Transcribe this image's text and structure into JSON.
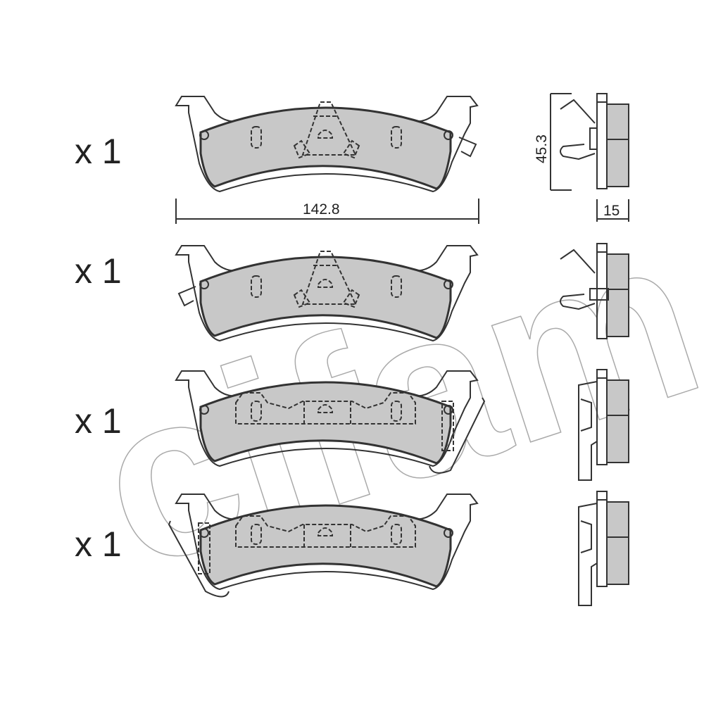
{
  "watermark": "cifam",
  "rows": [
    {
      "quantity": "x 1",
      "variant": "with-sensor-right"
    },
    {
      "quantity": "x 1",
      "variant": "with-sensor-left"
    },
    {
      "quantity": "x 1",
      "variant": "with-clip-right"
    },
    {
      "quantity": "x 1",
      "variant": "with-clip-left"
    }
  ],
  "dimensions": {
    "width": "142.8",
    "height": "45.3",
    "thickness": "15"
  },
  "colors": {
    "friction": "#c8c8c8",
    "line": "#333333",
    "watermark": "#aaaaaa"
  }
}
